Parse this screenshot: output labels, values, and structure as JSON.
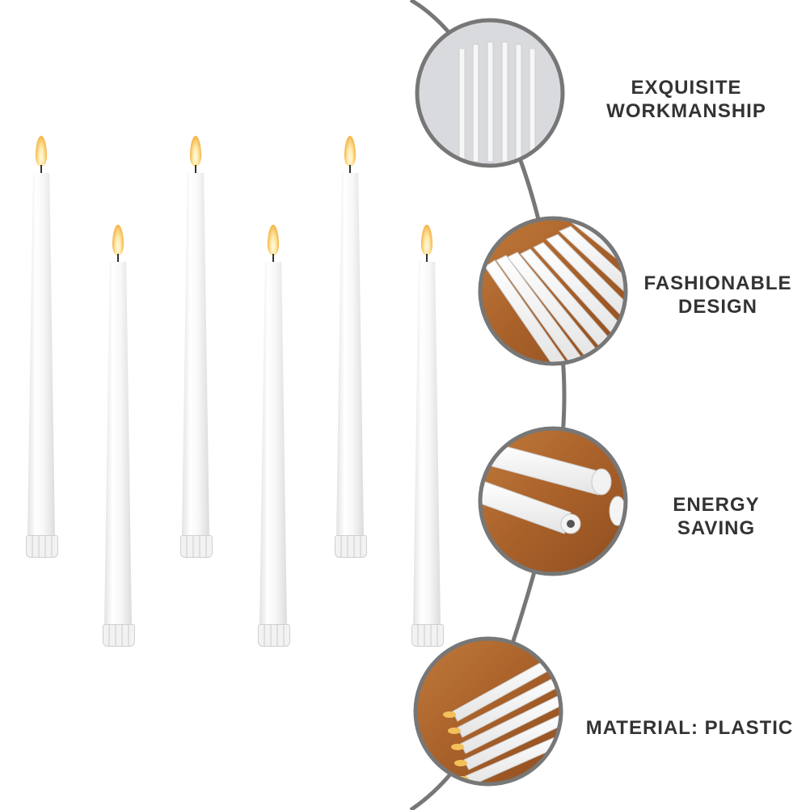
{
  "candles": {
    "count": 6,
    "flame_color": "#f4b54a",
    "wax_color": "#f7f7f7"
  },
  "connector": {
    "color": "#777777"
  },
  "features": [
    {
      "icon": "candle-row-icon",
      "label_line1": "EXQUISITE",
      "label_line2": "WORKMANSHIP"
    },
    {
      "icon": "candles-on-wood-icon",
      "label_line1": "FASHIONABLE",
      "label_line2": "DESIGN"
    },
    {
      "icon": "battery-compartment-icon",
      "label_line1": "ENERGY",
      "label_line2": "SAVING"
    },
    {
      "icon": "candle-flames-icon",
      "label_line1": "MATERIAL: PLASTIC",
      "label_line2": ""
    }
  ]
}
